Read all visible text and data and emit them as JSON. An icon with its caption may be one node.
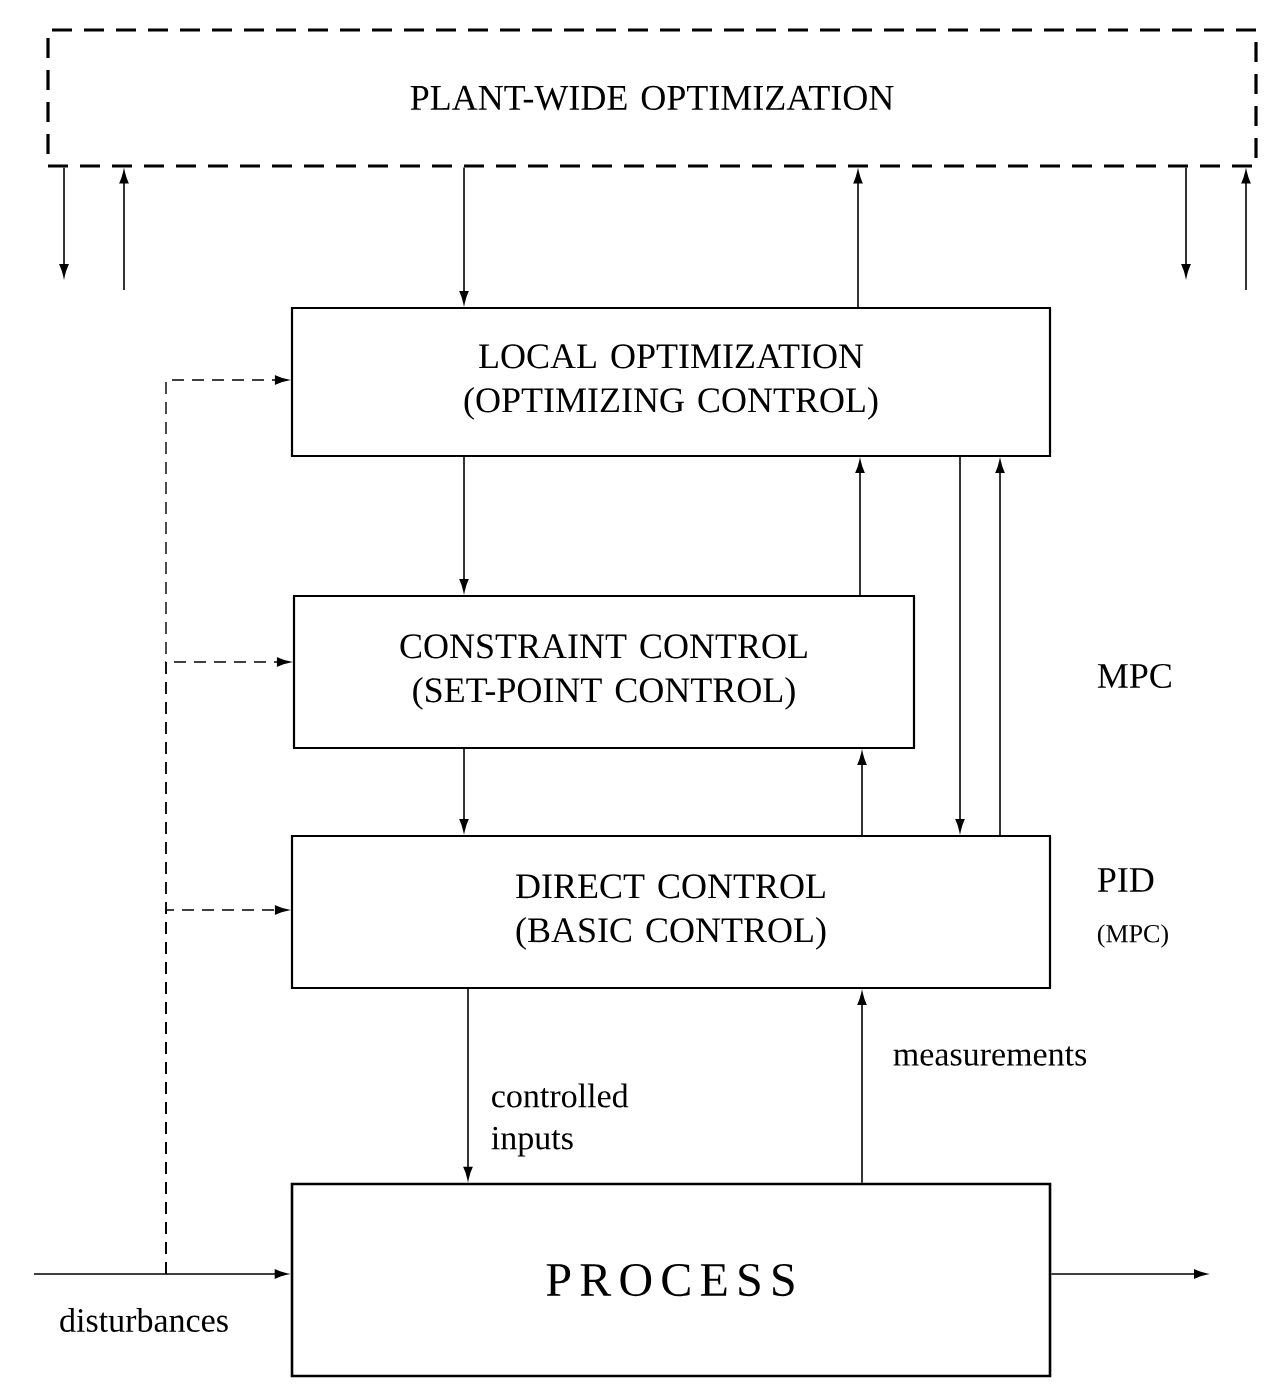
{
  "diagram": {
    "nodes": [
      {
        "text": [
          "PLANT-WIDE OPTIMIZATION"
        ]
      },
      {
        "text": [
          "LOCAL OPTIMIZATION (OPTIMIZING CONTROL)"
        ]
      },
      {
        "text": [
          "CONSTRAINT CONTROL (SET-POINT CONTROL)"
        ]
      },
      {
        "text": [
          "DIRECT CONTROL (BASIC CONTROL)"
        ]
      },
      {
        "text": [
          "PROCESS"
        ]
      }
    ],
    "edges": [
      {
        "from": 0,
        "to": 1,
        "arrow": "to"
      },
      {
        "from": 1,
        "to": 0,
        "arrow": "to"
      },
      {
        "from": 0,
        "to": null,
        "arrow": "to"
      },
      {
        "from": null,
        "to": 0,
        "arrow": "to"
      },
      {
        "from": 0,
        "to": null,
        "arrow": "to"
      },
      {
        "from": null,
        "to": 0,
        "arrow": "to"
      },
      {
        "from": 1,
        "to": 2,
        "arrow": "to"
      },
      {
        "from": 2,
        "to": 1,
        "arrow": "to"
      },
      {
        "from": 2,
        "to": 3,
        "arrow": "to"
      },
      {
        "from": 3,
        "to": 2,
        "arrow": "to"
      },
      {
        "from": 1,
        "to": 3,
        "arrow": "to"
      },
      {
        "from": 3,
        "to": 1,
        "arrow": "to"
      },
      {
        "from": 3,
        "to": 4,
        "arrow": "to",
        "label": "controlled inputs"
      },
      {
        "from": 4,
        "to": 3,
        "arrow": "to",
        "label": "measurements"
      },
      {
        "from": null,
        "to": 4,
        "arrow": "to",
        "label": "disturbances"
      },
      {
        "from": 4,
        "to": null,
        "arrow": "to"
      },
      {
        "from": null,
        "to": 1,
        "arrow": "to",
        "style": "dashed"
      },
      {
        "from": null,
        "to": 2,
        "arrow": "to",
        "style": "dashed"
      },
      {
        "from": null,
        "to": 3,
        "arrow": "to",
        "style": "dashed"
      }
    ],
    "labels": [
      "MPC",
      "PID",
      "(MPC)"
    ]
  }
}
